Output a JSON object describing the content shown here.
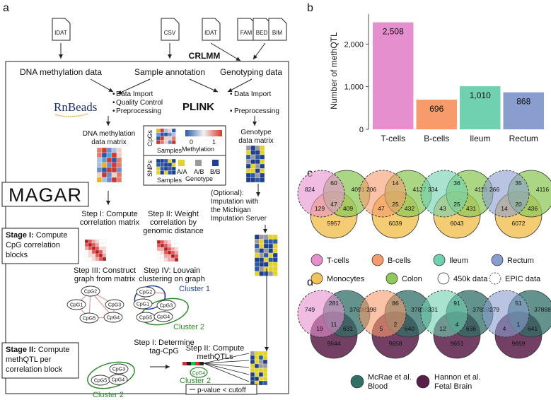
{
  "panel_labels": {
    "a": "a",
    "b": "b",
    "c": "c",
    "d": "d"
  },
  "panel_a": {
    "files": {
      "idat1": "IDAT",
      "csv": "CSV",
      "idat2": "IDAT",
      "fam": "FAM",
      "bed": "BED",
      "bim": "BIM"
    },
    "crlmm": "CRLMM",
    "dna_methylation_data": "DNA methylation data",
    "sample_annotation": "Sample annotation",
    "genotyping_data": "Genotyping data",
    "rnbeads_logo": "RnBeads",
    "rnbeads_steps": [
      "Data Import",
      "Quality Control",
      "Preprocessing"
    ],
    "plink": "PLINK",
    "plink_steps": [
      "Data Import",
      "Preprocessing"
    ],
    "dna_matrix_label": [
      "DNA methylation",
      "data matrix"
    ],
    "genotype_matrix_label": [
      "Genotype",
      "data matrix"
    ],
    "legend_cpgs": "CpGs",
    "legend_samples1": "Samples",
    "legend_scale_min": "0",
    "legend_scale_max": "1",
    "legend_methylation": "Methylation",
    "legend_snps": "SNPs",
    "legend_samples2": "Samples",
    "legend_genotypes": [
      "A/A",
      "A/B",
      "B/B"
    ],
    "legend_genotype": "Genotype",
    "magar": "MAGAR",
    "optional": [
      "(Optional):",
      "Imputation with",
      "the Michigan",
      "Imputation Server"
    ],
    "step1": [
      "Step I: Compute",
      "correlation matrix"
    ],
    "step2": [
      "Step II: Weight",
      "correlation by",
      "genomic distance"
    ],
    "stage1": [
      "Stage I:",
      "Compute",
      "CpG correlation",
      "blocks"
    ],
    "step3": [
      "Step III: Construct",
      "graph from matrix"
    ],
    "step4": [
      "Step IV: Louvain",
      "clustering on graph"
    ],
    "nodes": [
      "CpG1",
      "CpG2",
      "CpG3",
      "CpG4",
      "CpG5"
    ],
    "cluster1": "Cluster 1",
    "cluster2": "Cluster 2",
    "stage2": [
      "Stage II:",
      "Compute",
      "methQTL per",
      "correlation block"
    ],
    "stage2_step1": [
      "Step I: Determine",
      "tag-CpG"
    ],
    "stage2_step2": [
      "Step II: Compute",
      "methQTLs"
    ],
    "cluster2_bottom": "Cluster 2",
    "cluster2_right": "Cluster 2",
    "pvalue_legend": "p-value < cutoff"
  },
  "colors": {
    "tcells": "#e68fcf",
    "bcells": "#f79a6c",
    "ileum": "#6fd1b0",
    "rectum": "#8a9dcf",
    "monocytes": "#f2c35a",
    "colon": "#8fc95b",
    "mcrae": "#2f6f66",
    "hannon": "#5a1d4a"
  },
  "chart_data": {
    "type": "bar",
    "categories": [
      "T-cells",
      "B-cells",
      "Ileum",
      "Rectum"
    ],
    "values": [
      2508,
      696,
      1010,
      868
    ],
    "value_labels": [
      "2,508",
      "696",
      "1,010",
      "868"
    ],
    "ylabel": "Number of methQTL",
    "yticks": [
      "0",
      "1,000",
      "2,000"
    ],
    "ylim": [
      0,
      2700
    ]
  },
  "venn_c": [
    {
      "a": "824",
      "b": "4091",
      "c": "5957",
      "ab": "60",
      "ac": "129",
      "bc": "409",
      "abc": "47"
    },
    {
      "a": "206",
      "b": "4137",
      "c": "6039",
      "ab": "14",
      "ac": "47",
      "bc": "432",
      "abc": "25"
    },
    {
      "a": "334",
      "b": "4115",
      "c": "6043",
      "ab": "36",
      "ac": "43",
      "bc": "431",
      "abc": "25"
    },
    {
      "a": "266",
      "b": "4116",
      "c": "6072",
      "ab": "35",
      "ac": "14",
      "bc": "436",
      "abc": "20"
    }
  ],
  "venn_d": [
    {
      "a": "749",
      "b": "37638",
      "c": "9644",
      "ab": "281",
      "ac": "19",
      "bc": "631",
      "abc": "11"
    },
    {
      "a": "198",
      "b": "37833",
      "c": "9658",
      "ab": "86",
      "ac": "5",
      "bc": "640",
      "abc": "2"
    },
    {
      "a": "331",
      "b": "37828",
      "c": "9651",
      "ab": "91",
      "ac": "12",
      "bc": "636",
      "abc": "4"
    },
    {
      "a": "279",
      "b": "37868",
      "c": "9659",
      "ab": "51",
      "ac": "4",
      "bc": "641",
      "abc": "1"
    }
  ],
  "legend_c": [
    "T-cells",
    "B-cells",
    "Ileum",
    "Rectum",
    "Monocytes",
    "Colon",
    "450k data",
    "EPIC data"
  ],
  "legend_d": {
    "mcrae": [
      "McRae et al.",
      "Blood"
    ],
    "hannon": [
      "Hannon et al.",
      "Fetal Brain"
    ]
  }
}
